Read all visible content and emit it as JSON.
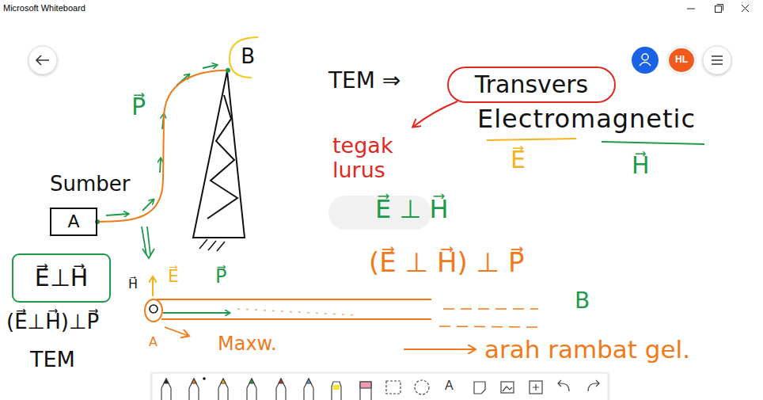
{
  "diagram": {
    "nodes": [
      {
        "text": [
          "B"
        ]
      },
      {
        "text": [
          "HL"
        ]
      },
      {
        "text": [
          "Transvers"
        ]
      },
      {
        "text": [
          "Sumber",
          "A"
        ]
      },
      {
        "text": [
          "E⃗⊥H⃗"
        ]
      }
    ],
    "edges": [
      {
        "from": 3,
        "to": 0,
        "arrow": "none"
      }
    ],
    "labels": [
      "Microsoft Whiteboard",
      "TEM ⇒",
      "Electromagnetic",
      "E⃗",
      "H⃗",
      "tegak lurus",
      "E⃗ ⊥ H⃗",
      "(E⃗ ⊥ H⃗) ⊥ P⃗",
      "B",
      "arah rambat gel.",
      "Maxw.",
      "P⃗",
      "(E⃗⊥H⃗)⊥P⃗",
      "TEM",
      "H⃗",
      "E⃗",
      "P⃗",
      "A",
      "A"
    ]
  }
}
